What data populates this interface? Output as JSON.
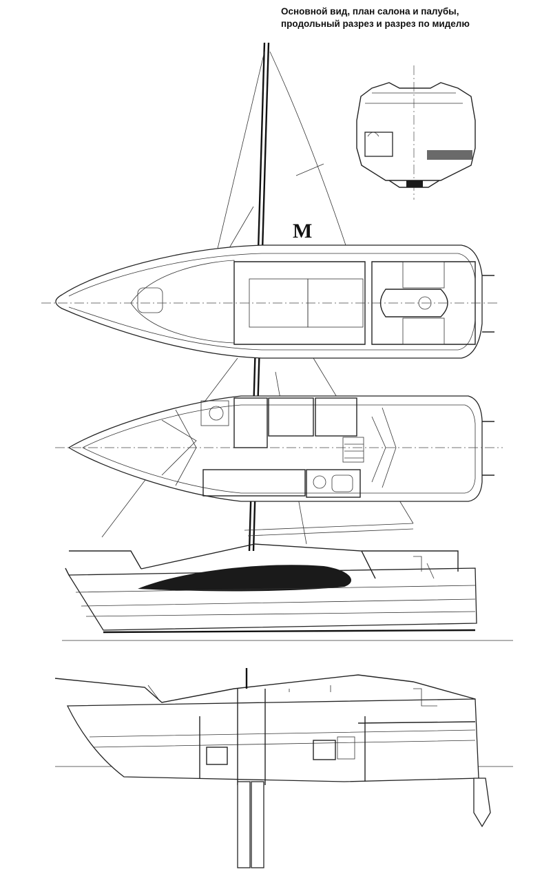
{
  "caption": {
    "line1": "Основной вид, план салона и палубы,",
    "line2": "продольный разрез и разрез по миделю"
  },
  "sail_logo": "M"
}
